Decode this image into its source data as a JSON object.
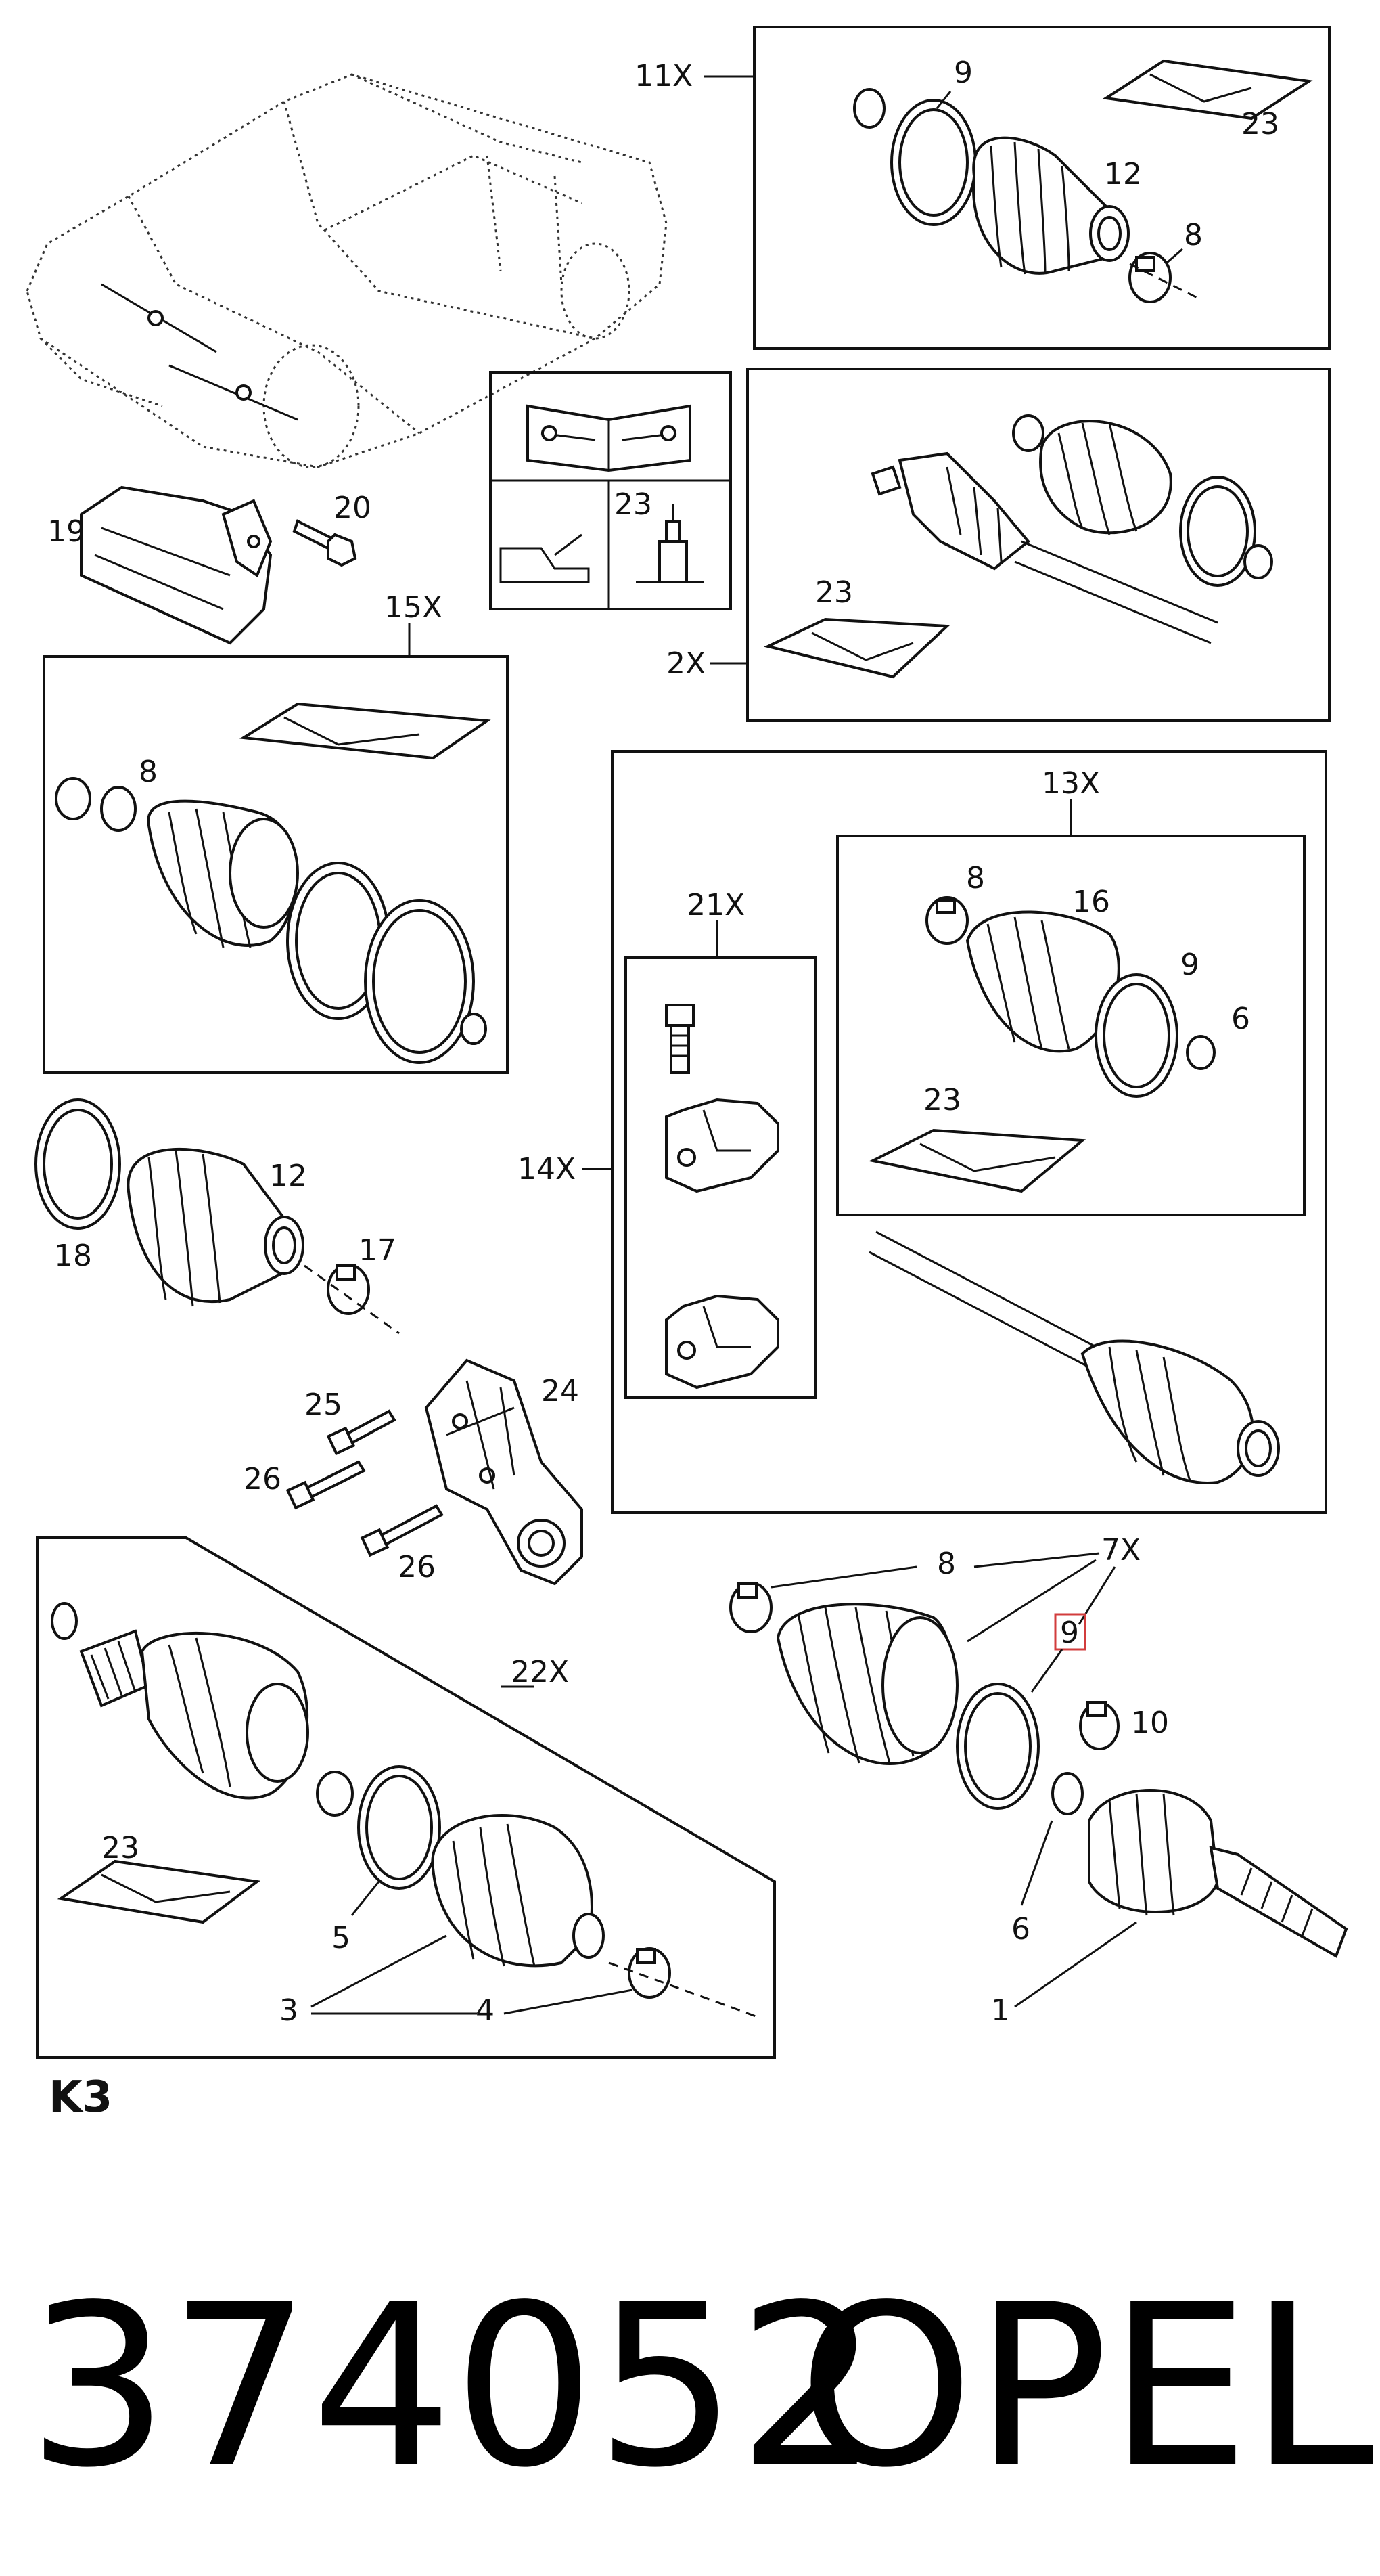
{
  "labels": {
    "kit_11X": "11X",
    "kit_2X": "2X",
    "kit_15X": "15X",
    "kit_13X": "13X",
    "kit_21X": "21X",
    "kit_14X": "14X",
    "kit_22X": "22X",
    "kit_7X": "7X",
    "p9_a": "9",
    "p23_a": "23",
    "p12_a": "12",
    "p8_a": "8",
    "p19": "19",
    "p20": "20",
    "p23_b": "23",
    "p23_c": "23",
    "p8_b": "8",
    "p8_c": "8",
    "p16": "16",
    "p9_b": "9",
    "p6_a": "6",
    "p23_d": "23",
    "p12_b": "12",
    "p18": "18",
    "p17": "17",
    "p25": "25",
    "p24": "24",
    "p26_a": "26",
    "p26_b": "26",
    "p8_d": "8",
    "p9_c": "9",
    "p10": "10",
    "p6_b": "6",
    "p1": "1",
    "p23_e": "23",
    "p5": "5",
    "p3": "3",
    "p4": "4"
  },
  "diagram_code": "K3",
  "part_number": "374052",
  "brand": "OPEL",
  "colors": {
    "line": "#111111",
    "highlight": "#d23c3c",
    "background": "#ffffff"
  },
  "icons": {
    "manual": "open-book-wrench-icon",
    "oil": "oil-can-icon",
    "grease": "grease-tube-icon"
  }
}
